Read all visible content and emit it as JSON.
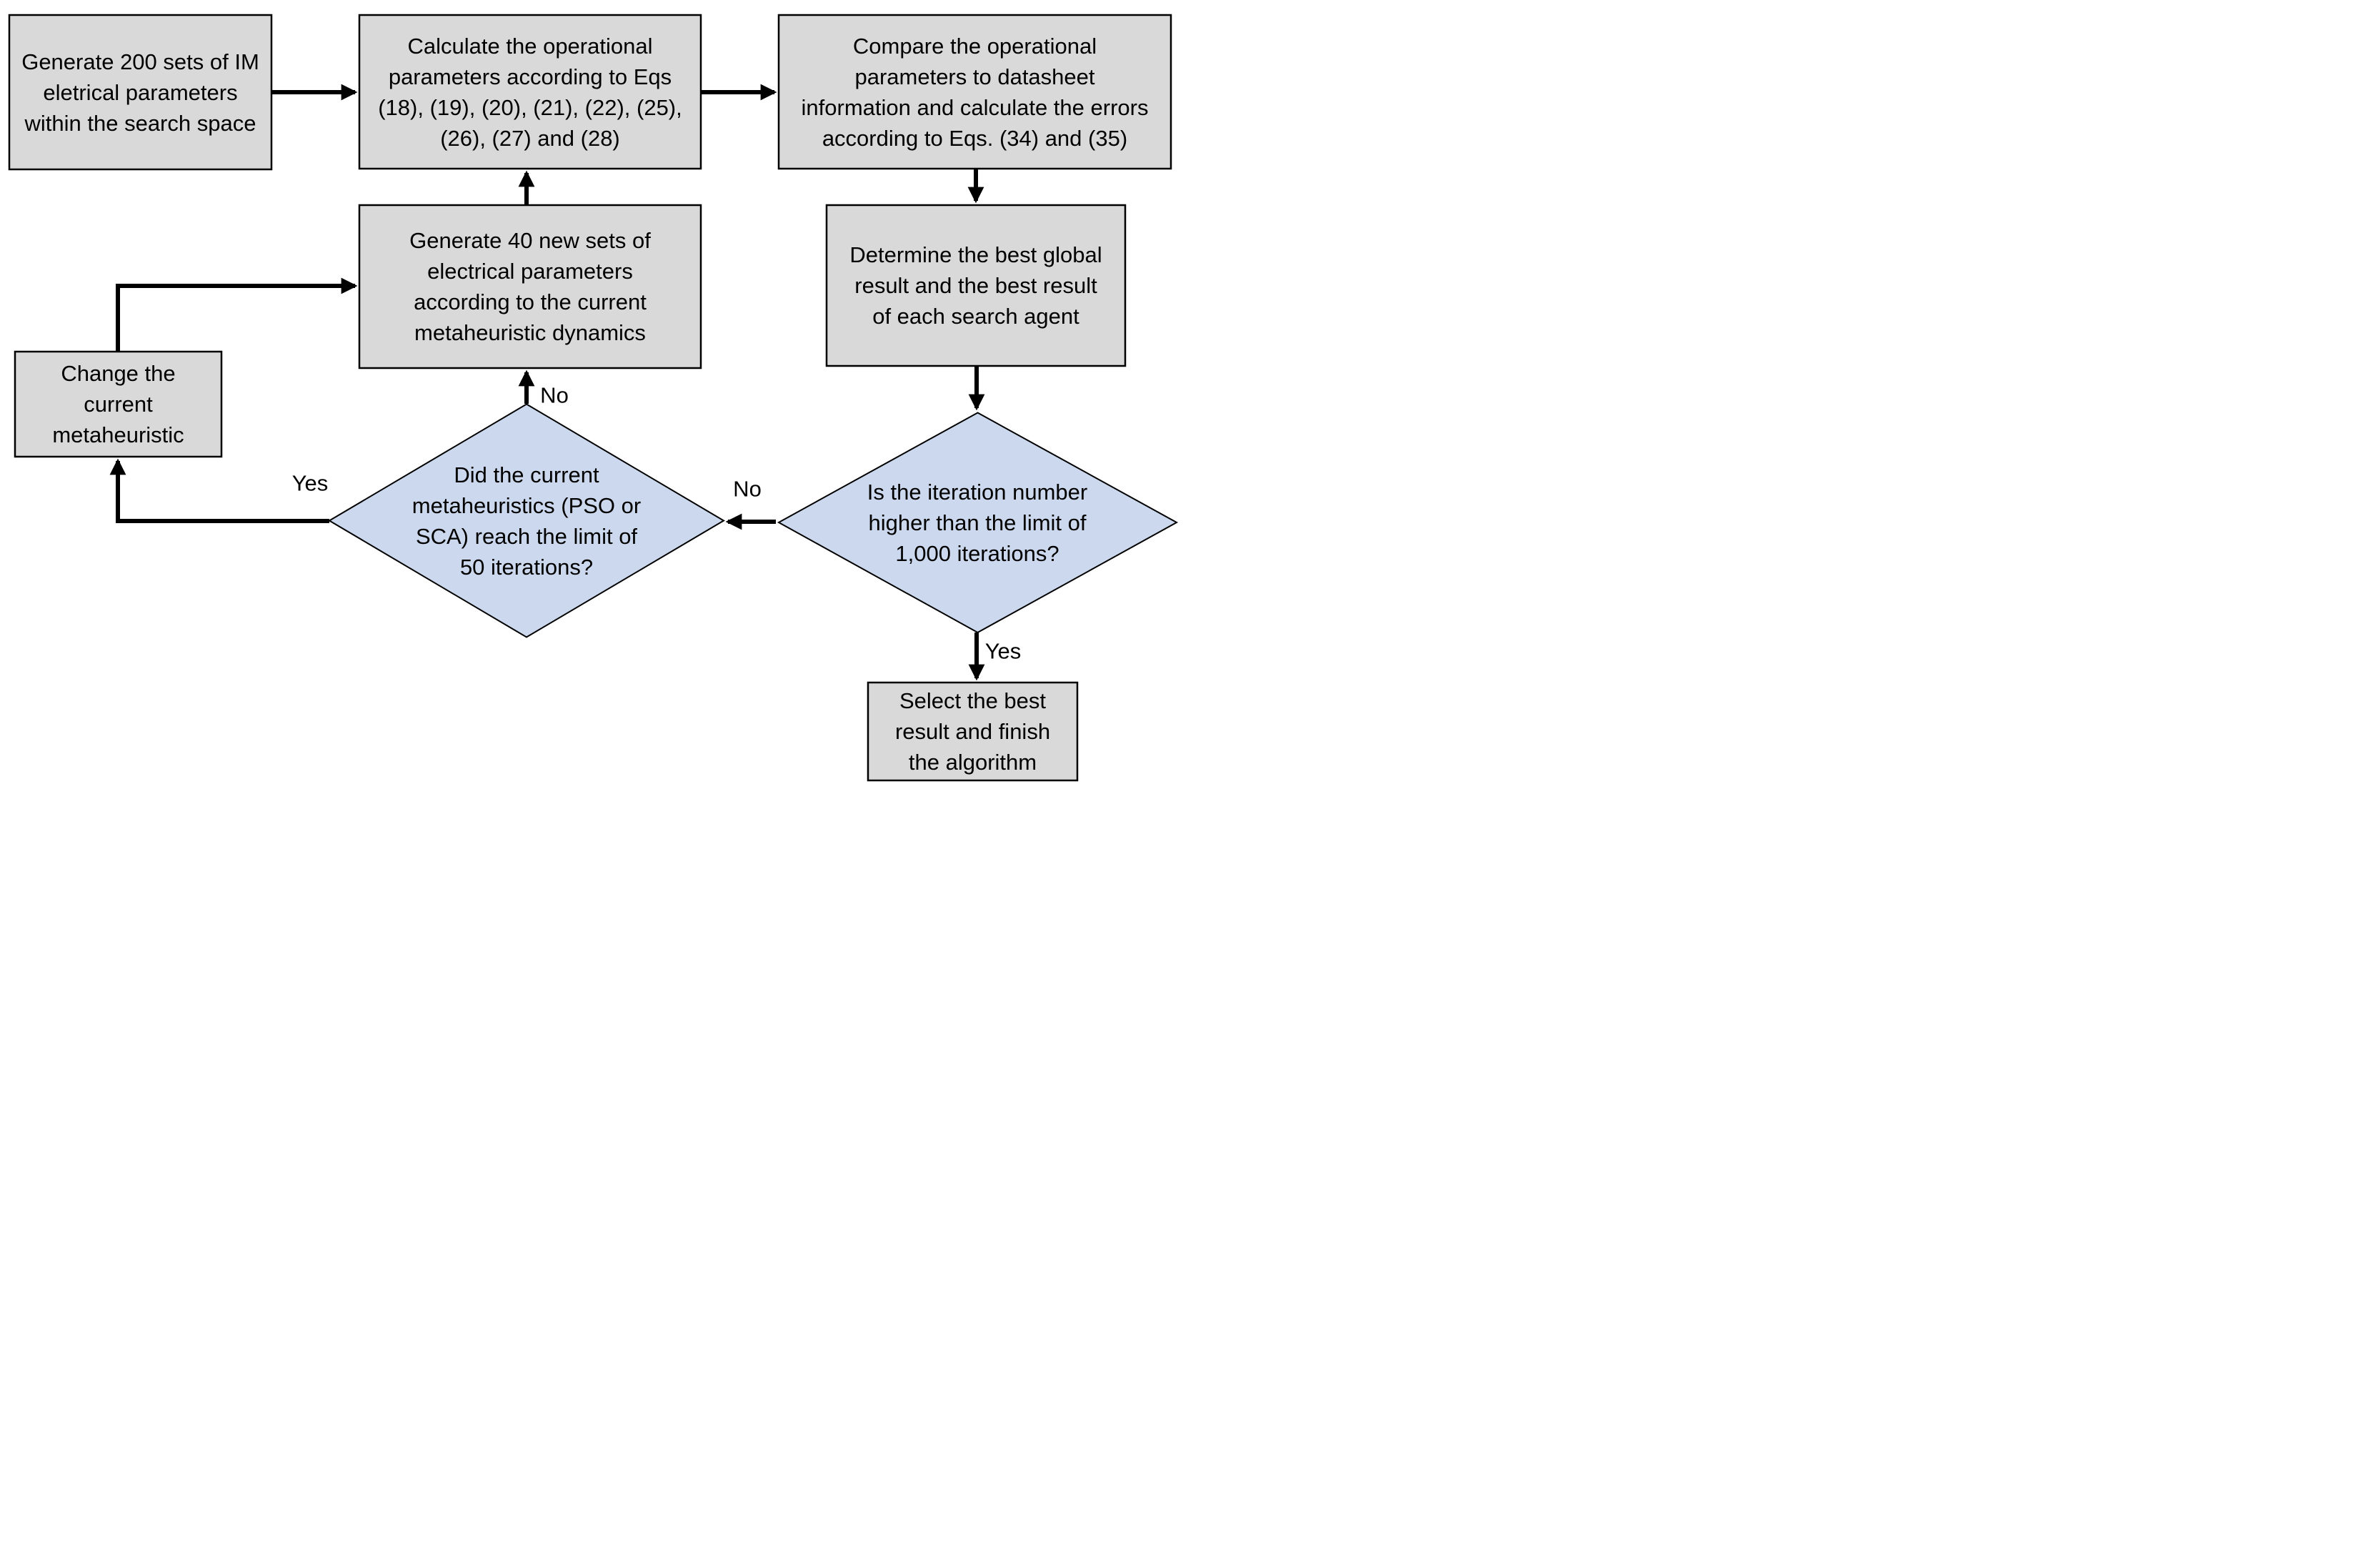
{
  "diagram": {
    "type": "flowchart",
    "colors": {
      "process_fill": "#d9d9d9",
      "decision_fill": "#ccd8ed",
      "outline": "#000000",
      "arrow": "#000000",
      "text": "#000000",
      "background": "#ffffff"
    },
    "nodes": {
      "generate_initial": {
        "type": "process",
        "label": "Generate 200 sets of IM\neletrical parameters\nwithin the search space"
      },
      "calculate_operational": {
        "type": "process",
        "label": "Calculate the operational\nparameters according to Eqs\n(18), (19), (20), (21), (22), (25),\n(26), (27) and (28)"
      },
      "compare_operational": {
        "type": "process",
        "label": "Compare the operational\nparameters to datasheet\ninformation and calculate the errors\naccording to Eqs. (34) and (35)"
      },
      "generate_new_sets": {
        "type": "process",
        "label": "Generate 40 new sets of\nelectrical parameters\naccording to the current\nmetaheuristic dynamics"
      },
      "determine_best": {
        "type": "process",
        "label": "Determine the best global\nresult and the best result\nof each search agent"
      },
      "change_metaheuristic": {
        "type": "process",
        "label": "Change the\ncurrent\nmetaheuristic"
      },
      "decision_metaheuristic_limit": {
        "type": "decision",
        "label": "Did the current\nmetaheuristics (PSO or\nSCA) reach the limit of\n50 iterations?"
      },
      "decision_iteration_limit": {
        "type": "decision",
        "label": "Is the iteration number\nhigher than the limit of\n1,000 iterations?"
      },
      "select_best": {
        "type": "process",
        "label": "Select the best\nresult and finish\nthe algorithm"
      }
    },
    "edge_labels": {
      "no_to_generate_new": "No",
      "yes_to_change_metaheuristic": "Yes",
      "no_between_decisions": "No",
      "yes_to_select_best": "Yes"
    },
    "edges": [
      {
        "from": "generate_initial",
        "to": "calculate_operational",
        "label": ""
      },
      {
        "from": "calculate_operational",
        "to": "compare_operational",
        "label": ""
      },
      {
        "from": "compare_operational",
        "to": "determine_best",
        "label": ""
      },
      {
        "from": "determine_best",
        "to": "decision_iteration_limit",
        "label": ""
      },
      {
        "from": "decision_iteration_limit",
        "to": "decision_metaheuristic_limit",
        "label": "No"
      },
      {
        "from": "decision_iteration_limit",
        "to": "select_best",
        "label": "Yes"
      },
      {
        "from": "decision_metaheuristic_limit",
        "to": "generate_new_sets",
        "label": "No"
      },
      {
        "from": "decision_metaheuristic_limit",
        "to": "change_metaheuristic",
        "label": "Yes"
      },
      {
        "from": "change_metaheuristic",
        "to": "generate_new_sets",
        "label": ""
      },
      {
        "from": "generate_new_sets",
        "to": "calculate_operational",
        "label": ""
      }
    ]
  }
}
